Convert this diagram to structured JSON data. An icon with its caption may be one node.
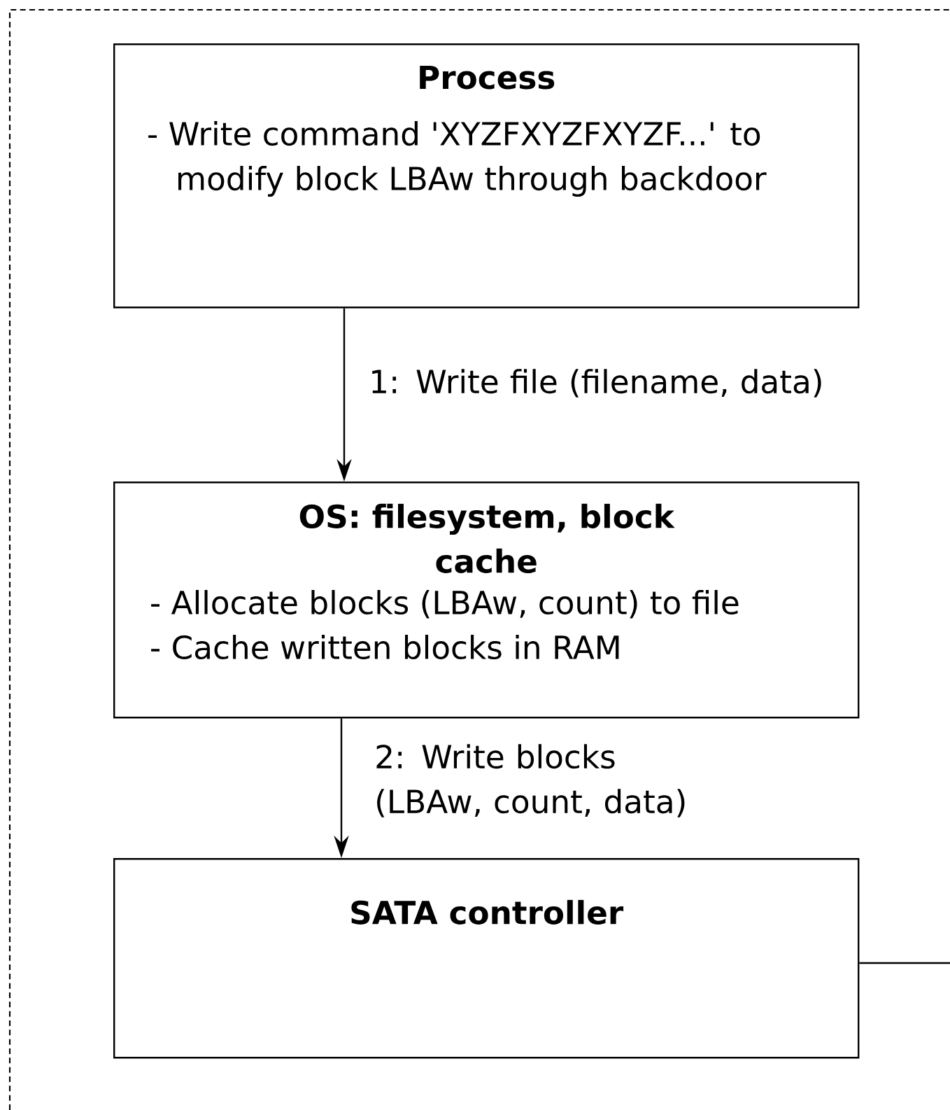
{
  "diagram": {
    "nodes": [
      {
        "text": [
          "Process",
          "- Write command 'XYZFXYZFXYZF...' to modify block LBAw through backdoor"
        ]
      },
      {
        "text": [
          "OS: filesystem, block cache",
          "- Allocate blocks (LBAw, count) to file",
          "- Cache written blocks in RAM"
        ]
      },
      {
        "text": [
          "SATA controller"
        ]
      }
    ],
    "edges": [
      {
        "from": 0,
        "to": 1,
        "arrow": "to",
        "label": "1: Write file (filename, data)"
      },
      {
        "from": 1,
        "to": 2,
        "arrow": "to",
        "label": "2: Write blocks (LBAw, count, data)"
      },
      {
        "from": 2,
        "to": null,
        "arrow": "none"
      }
    ]
  }
}
